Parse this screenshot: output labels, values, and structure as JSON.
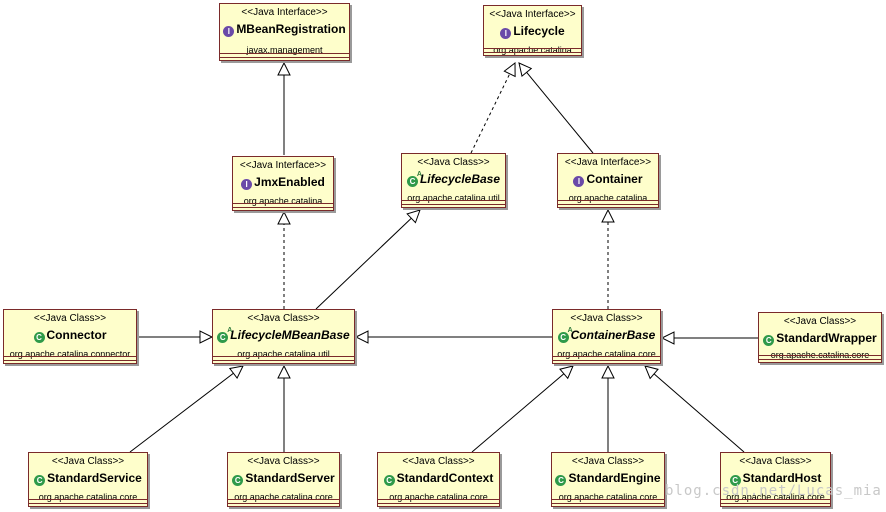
{
  "diagram": {
    "nodes": {
      "mbeanRegistration": {
        "stereotype": "<<Java Interface>>",
        "name": "MBeanRegistration",
        "package": "javax.management",
        "kind": "interface",
        "abstract": false
      },
      "lifecycle": {
        "stereotype": "<<Java Interface>>",
        "name": "Lifecycle",
        "package": "org.apache.catalina",
        "kind": "interface",
        "abstract": false
      },
      "jmxEnabled": {
        "stereotype": "<<Java Interface>>",
        "name": "JmxEnabled",
        "package": "org.apache.catalina",
        "kind": "interface",
        "abstract": false
      },
      "lifecycleBase": {
        "stereotype": "<<Java Class>>",
        "name": "LifecycleBase",
        "package": "org.apache.catalina.util",
        "kind": "class",
        "abstract": true
      },
      "container": {
        "stereotype": "<<Java Interface>>",
        "name": "Container",
        "package": "org.apache.catalina",
        "kind": "interface",
        "abstract": false
      },
      "connector": {
        "stereotype": "<<Java Class>>",
        "name": "Connector",
        "package": "org.apache.catalina.connector",
        "kind": "class",
        "abstract": false
      },
      "lifecycleMBeanBase": {
        "stereotype": "<<Java Class>>",
        "name": "LifecycleMBeanBase",
        "package": "org.apache.catalina.util",
        "kind": "class",
        "abstract": true
      },
      "containerBase": {
        "stereotype": "<<Java Class>>",
        "name": "ContainerBase",
        "package": "org.apache.catalina.core",
        "kind": "class",
        "abstract": true
      },
      "standardWrapper": {
        "stereotype": "<<Java Class>>",
        "name": "StandardWrapper",
        "package": "org.apache.catalina.core",
        "kind": "class",
        "abstract": false
      },
      "standardService": {
        "stereotype": "<<Java Class>>",
        "name": "StandardService",
        "package": "org.apache.catalina.core",
        "kind": "class",
        "abstract": false
      },
      "standardServer": {
        "stereotype": "<<Java Class>>",
        "name": "StandardServer",
        "package": "org.apache.catalina.core",
        "kind": "class",
        "abstract": false
      },
      "standardContext": {
        "stereotype": "<<Java Class>>",
        "name": "StandardContext",
        "package": "org.apache.catalina.core",
        "kind": "class",
        "abstract": false
      },
      "standardEngine": {
        "stereotype": "<<Java Class>>",
        "name": "StandardEngine",
        "package": "org.apache.catalina.core",
        "kind": "class",
        "abstract": false
      },
      "standardHost": {
        "stereotype": "<<Java Class>>",
        "name": "StandardHost",
        "package": "org.apache.catalina.core",
        "kind": "class",
        "abstract": false
      }
    },
    "edges": [
      {
        "from": "jmxEnabled",
        "to": "mbeanRegistration",
        "type": "extends"
      },
      {
        "from": "lifecycleBase",
        "to": "lifecycle",
        "type": "implements"
      },
      {
        "from": "container",
        "to": "lifecycle",
        "type": "extends"
      },
      {
        "from": "lifecycleMBeanBase",
        "to": "jmxEnabled",
        "type": "implements"
      },
      {
        "from": "lifecycleMBeanBase",
        "to": "lifecycleBase",
        "type": "extends"
      },
      {
        "from": "containerBase",
        "to": "container",
        "type": "implements"
      },
      {
        "from": "connector",
        "to": "lifecycleMBeanBase",
        "type": "extends"
      },
      {
        "from": "containerBase",
        "to": "lifecycleMBeanBase",
        "type": "extends"
      },
      {
        "from": "standardWrapper",
        "to": "containerBase",
        "type": "extends"
      },
      {
        "from": "standardService",
        "to": "lifecycleMBeanBase",
        "type": "extends"
      },
      {
        "from": "standardServer",
        "to": "lifecycleMBeanBase",
        "type": "extends"
      },
      {
        "from": "standardContext",
        "to": "containerBase",
        "type": "extends"
      },
      {
        "from": "standardEngine",
        "to": "containerBase",
        "type": "extends"
      },
      {
        "from": "standardHost",
        "to": "containerBase",
        "type": "extends"
      }
    ],
    "icons": {
      "interface": "interface-icon",
      "class": "class-icon"
    },
    "colors": {
      "box_fill": "#fefecb",
      "box_border": "#7a2a2a",
      "interface_icon": "#6a4aa8",
      "class_icon": "#2f9a4a"
    }
  },
  "watermark": "blog.csdn.net/Lucas_mia"
}
